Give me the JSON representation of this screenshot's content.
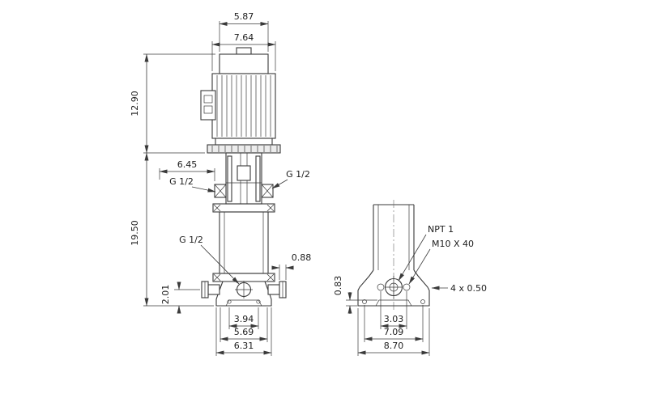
{
  "canvas": {
    "background": "#ffffff",
    "line_color": "#3a3a3a",
    "text_color": "#1c1c1c"
  },
  "front_view": {
    "title": "pump front elevation",
    "dims": {
      "fan_cover_width": "5.87",
      "motor_width": "7.64",
      "motor_height": "12.90",
      "head_port_span": "6.45",
      "pump_height": "19.50",
      "port_top_left": "G 1/2",
      "port_top_right": "G 1/2",
      "gauge_port": "G 1/2",
      "port_flange_thickness": "0.88",
      "port_center_height": "2.01",
      "bolt_span_inner": "3.94",
      "bolt_span_outer": "5.69",
      "base_width": "6.31"
    }
  },
  "side_view": {
    "title": "base side elevation",
    "labels": {
      "suction_port": "NPT 1",
      "anchor_bolt": "M10 X 40",
      "foot_holes": "4 x 0.50"
    },
    "dims": {
      "foot_pad_height": "0.83",
      "bolt_span_inner": "3.03",
      "bolt_span_outer": "7.09",
      "base_width": "8.70"
    }
  }
}
